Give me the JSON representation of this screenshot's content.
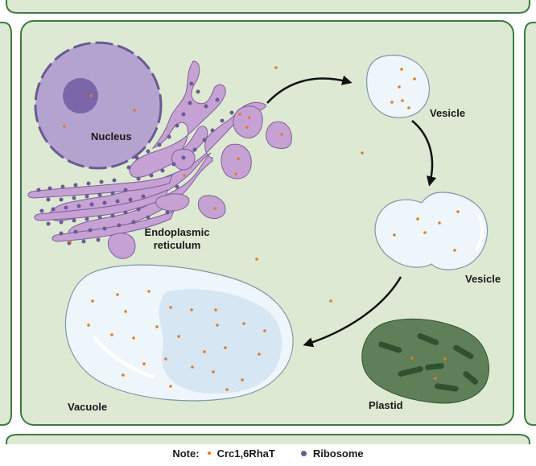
{
  "labels": {
    "nucleus": "Nucleus",
    "er_line1": "Endoplasmic",
    "er_line2": "reticulum",
    "vesicle_top": "Vesicle",
    "vesicle_mid": "Vesicle",
    "vacuole": "Vacuole",
    "plastid": "Plastid"
  },
  "legend": {
    "note": "Note:",
    "crc_label": "Crc1,6RhaT",
    "ribosome_label": "Ribosome"
  },
  "colors": {
    "cytoplasm": "#dde9d3",
    "cell_wall": "#3d7a42",
    "nucleus": "#b4a3cf",
    "nucleolus": "#7a66a8",
    "er": "#c6a2d4",
    "ribosome": "#6a5a93",
    "vesicle": "#eef5fb",
    "vacuole_inner": "#d6e6f3",
    "plastid": "#5f7f58",
    "thylakoid": "#2f5230",
    "protein_dot": "#e07b2a"
  }
}
